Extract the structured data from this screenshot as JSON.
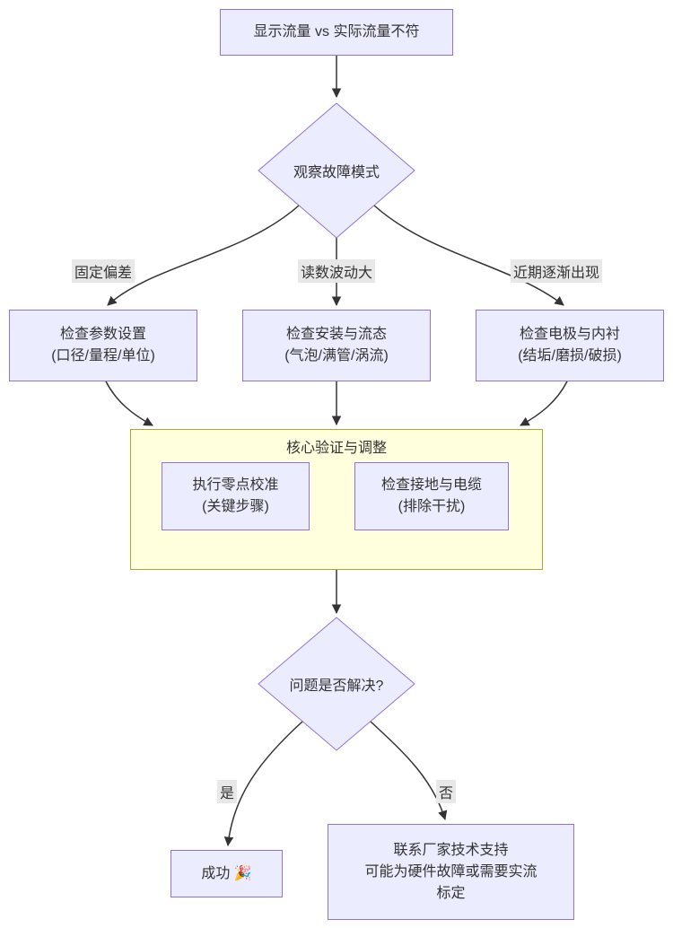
{
  "diagram": {
    "nodes": {
      "start": {
        "label": "显示流量 vs 实际流量不符"
      },
      "observe": {
        "label": "观察故障模式"
      },
      "check_params": {
        "line1": "检查参数设置",
        "line2": "(口径/量程/单位)"
      },
      "check_install": {
        "line1": "检查安装与流态",
        "line2": "(气泡/满管/涡流)"
      },
      "check_electrode": {
        "line1": "检查电极与内衬",
        "line2": "(结垢/磨损/破损)"
      },
      "zero_calibration": {
        "line1": "执行零点校准",
        "line2": "(关键步骤)"
      },
      "ground_cable": {
        "line1": "检查接地与电缆",
        "line2": "(排除干扰)"
      },
      "resolved": {
        "label": "问题是否解决?"
      },
      "success": {
        "label": "成功 🎉"
      },
      "contact": {
        "line1": "联系厂家技术支持",
        "line2": "可能为硬件故障或需要实流",
        "line3": "标定"
      }
    },
    "subgraph": {
      "title": "核心验证与调整"
    },
    "edge_labels": {
      "fixed_deviation": "固定偏差",
      "fluctuation": "读数波动大",
      "gradual": "近期逐渐出现",
      "yes": "是",
      "no": "否"
    },
    "colors": {
      "node_fill": "#ECECFF",
      "node_border": "#9370DB",
      "subgraph_fill": "#FFFFDE",
      "subgraph_border": "#AAAA33",
      "edge_label_bg": "#E8E8E8",
      "edge_line": "#333333",
      "background": "#FFFFFF"
    }
  }
}
